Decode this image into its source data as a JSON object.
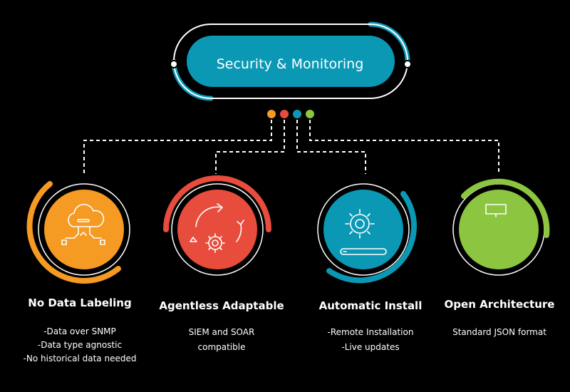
{
  "header": {
    "title": "Security & Monitoring",
    "accent_color": "#0b98b5"
  },
  "dots": [
    {
      "color": "#f59a23"
    },
    {
      "color": "#e84c3d"
    },
    {
      "color": "#0b98b5"
    },
    {
      "color": "#8cc540"
    }
  ],
  "features": [
    {
      "title": "No Data Labeling",
      "color": "#f59a23",
      "icon": "cloud-network-icon",
      "lines": [
        "-Data over SNMP",
        "-Data type agnostic",
        "-No historical data needed"
      ]
    },
    {
      "title": "Agentless Adaptable",
      "color": "#e84c3d",
      "icon": "gear-cycle-icon",
      "lines": [
        "SIEM and SOAR",
        "compatible"
      ]
    },
    {
      "title": "Automatic Install",
      "color": "#0b98b5",
      "icon": "gear-progress-icon",
      "lines": [
        "-Remote Installation",
        "-Live updates"
      ]
    },
    {
      "title": "Open Architecture",
      "color": "#8cc540",
      "icon": "screen-icon",
      "lines": [
        "Standard JSON format"
      ]
    }
  ]
}
